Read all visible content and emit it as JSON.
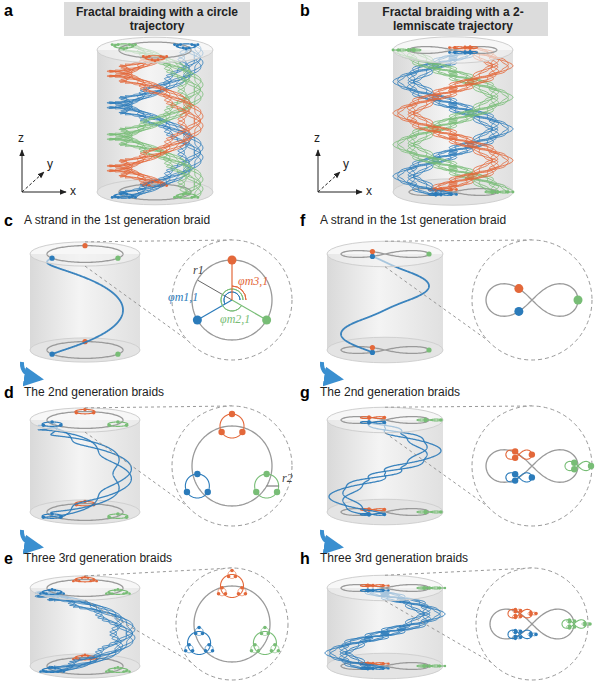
{
  "diagram": {
    "nodes": [
      {
        "text": [
          "Fractal braiding with a circle trajectory"
        ]
      },
      {
        "text": [
          "Fractal braiding with a 2-lemniscate trajectory"
        ]
      }
    ],
    "labels": [
      "a",
      "b",
      "z",
      "y",
      "x",
      "z",
      "y",
      "x",
      "c",
      "A strand in the 1st generation braid",
      "φm1,1",
      "φm2,1",
      "φm3,1",
      "r1",
      "d",
      "The 2nd generation braids",
      "r2",
      "e",
      "Three 3rd generation braids",
      "f",
      "A strand in the 1st generation braid",
      "g",
      "The 2nd generation braids",
      "h",
      "Three 3rd generation braids"
    ]
  }
}
